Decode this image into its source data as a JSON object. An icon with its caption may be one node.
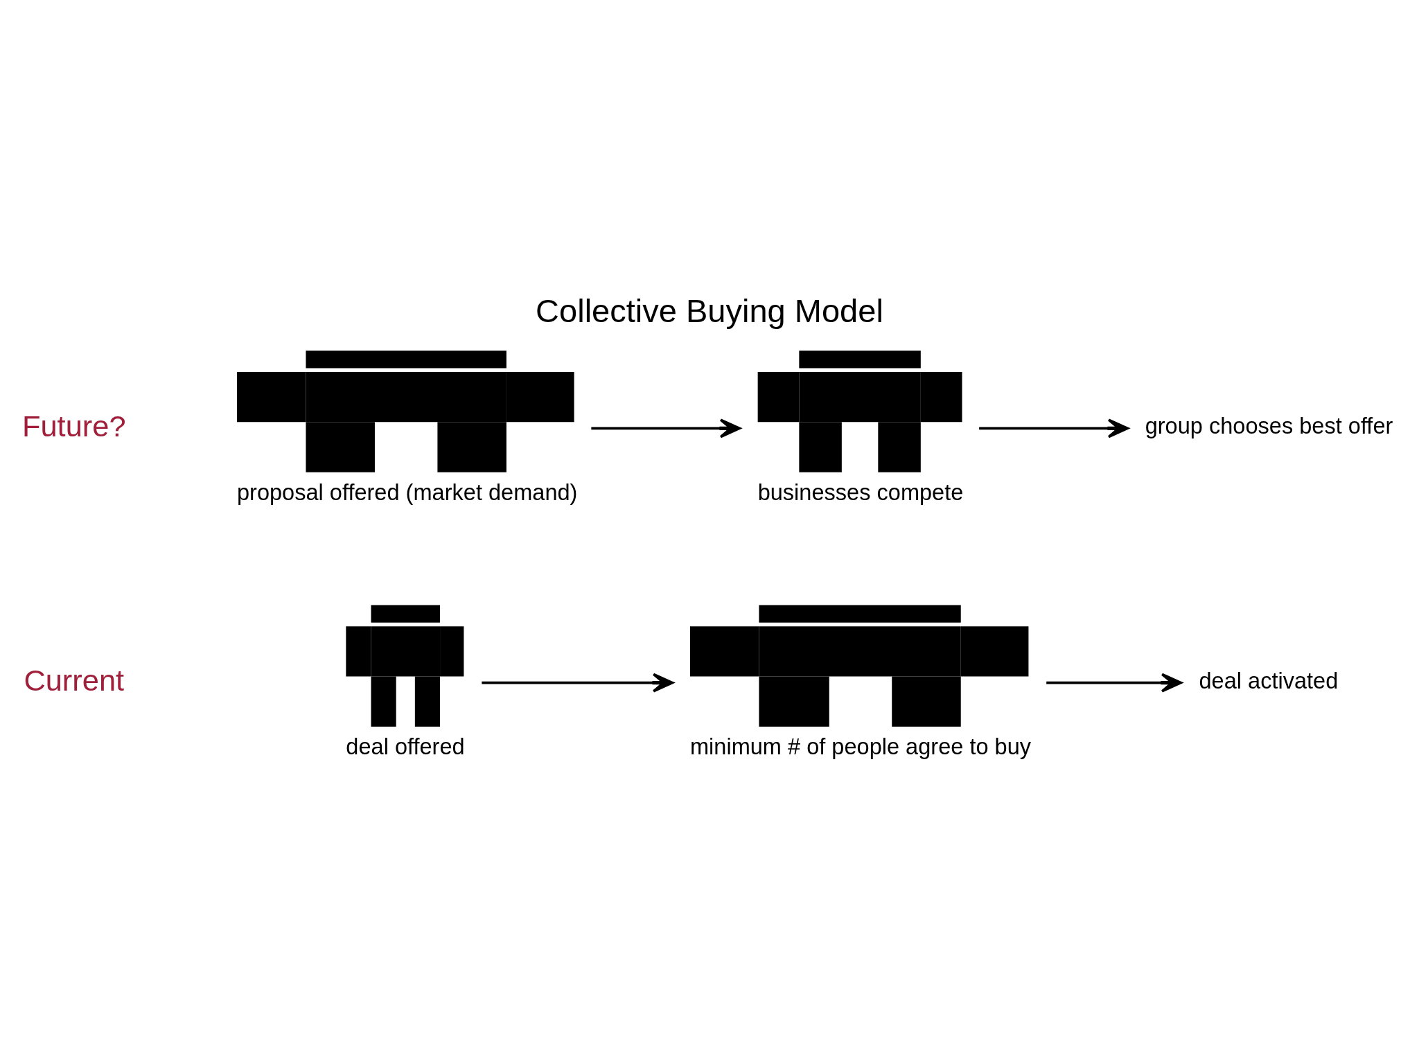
{
  "diagram": {
    "title": "Collective Buying Model",
    "nodes": [
      {
        "text": [],
        "shape": "person",
        "beside": [
          "deal offered"
        ]
      },
      {
        "text": [],
        "shape": "person",
        "beside": [
          "minimum # of people agree to buy"
        ]
      },
      {
        "text": [
          "deal activated"
        ]
      },
      {
        "text": [],
        "shape": "person",
        "beside": [
          "proposal offered (market demand)"
        ]
      },
      {
        "text": [],
        "shape": "person",
        "beside": [
          "businesses compete"
        ]
      },
      {
        "text": [
          "group chooses best offer"
        ]
      }
    ],
    "edges": [
      {
        "from": 0,
        "to": 1,
        "arrow": "to"
      },
      {
        "from": 1,
        "to": 2,
        "arrow": "to"
      },
      {
        "from": 3,
        "to": 4,
        "arrow": "to"
      },
      {
        "from": 4,
        "to": 5,
        "arrow": "to"
      }
    ],
    "labels": [
      "Current",
      "Future?"
    ]
  }
}
